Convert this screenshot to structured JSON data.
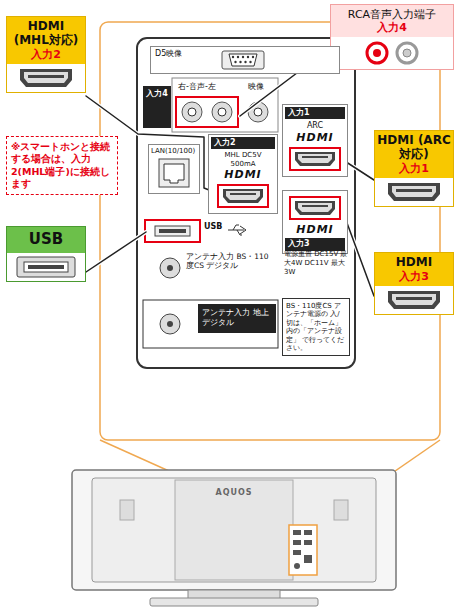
{
  "diagram": {
    "nodes": [
      {
        "text": [
          "HDMI (MHL対応)",
          "入力2"
        ]
      },
      {
        "text": [
          "RCA音声入力端子",
          "入力4"
        ]
      },
      {
        "text": [
          "D5映像"
        ]
      },
      {
        "text": [
          "入力4"
        ]
      },
      {
        "text": [
          "入力1",
          "ARC",
          "HDMI"
        ]
      },
      {
        "text": [
          "LAN(10/100)"
        ]
      },
      {
        "text": [
          "入力2",
          "MHL DC5V 500mA",
          "HDMI"
        ]
      },
      {
        "text": [
          "※スマートホンと接続する場合は、入力2(MHL端子)に接続します"
        ]
      },
      {
        "text": [
          "HDMI (ARC対応)",
          "入力1"
        ]
      },
      {
        "text": [
          "HDMI",
          "入力3"
        ]
      },
      {
        "text": [
          "USB"
        ]
      },
      {
        "text": [
          "HDMI",
          "入力3"
        ]
      },
      {
        "text": [
          "アンテナ入力 地上デジタル"
        ]
      },
      {
        "text": [
          "BS・110度CS アンテナ電源の 入/切は、「ホーム」 内の「アンテナ設定」 で行ってください。"
        ]
      }
    ],
    "labels": [
      "右-音声-左",
      "映像",
      "USB",
      "アンテナ入力 BS・110度CS デジタル",
      "電源重畳 DC15V 最大4W DC11V 最大3W",
      "AQUOS"
    ]
  }
}
